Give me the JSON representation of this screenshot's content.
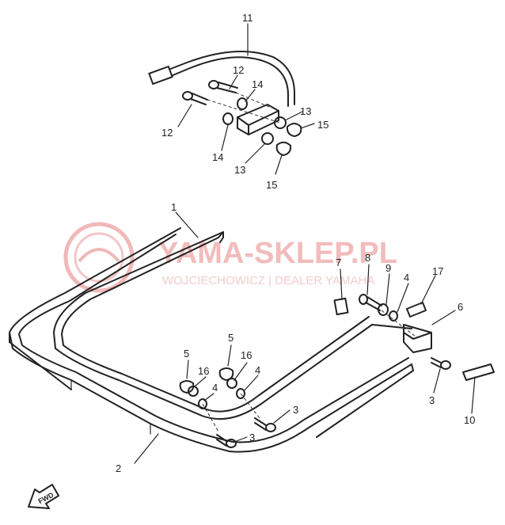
{
  "watermark": {
    "title": "YAMA-SKLEP.PL",
    "subtitle": "WOJCIECHOWICZ | DEALER YAMAHA",
    "color": "#e57373"
  },
  "direction_marker": {
    "label": "FWD",
    "icon": "forward-arrow-icon"
  },
  "callouts": {
    "c1": "1",
    "c2": "2",
    "c3a": "3",
    "c3b": "3",
    "c3c": "3",
    "c4a": "4",
    "c4b": "4",
    "c4c": "4",
    "c5a": "5",
    "c5b": "5",
    "c6": "6",
    "c7": "7",
    "c8": "8",
    "c9": "9",
    "c10": "10",
    "c11": "11",
    "c12a": "12",
    "c12b": "12",
    "c13a": "13",
    "c13b": "13",
    "c14a": "14",
    "c14b": "14",
    "c15a": "15",
    "c15b": "15",
    "c16a": "16",
    "c16b": "16",
    "c17": "17"
  }
}
